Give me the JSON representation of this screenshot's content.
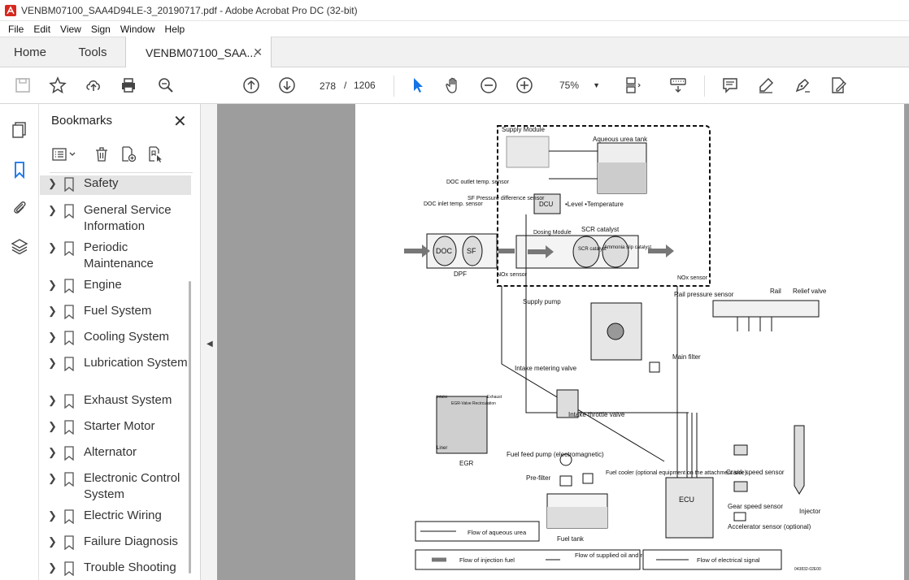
{
  "window": {
    "title": "VENBM07100_SAA4D94LE-3_20190717.pdf - Adobe Acrobat Pro DC (32-bit)"
  },
  "menu": [
    "File",
    "Edit",
    "View",
    "Sign",
    "Window",
    "Help"
  ],
  "tabs": {
    "home": "Home",
    "tools": "Tools",
    "document": "VENBM07100_SAA..."
  },
  "toolbar": {
    "page_current": "278",
    "page_sep": "/",
    "page_total": "1206",
    "zoom": "75%"
  },
  "bookmarks": {
    "title": "Bookmarks",
    "items": [
      {
        "label": "Safety"
      },
      {
        "label": "General Service Information"
      },
      {
        "label": "Periodic Maintenance"
      },
      {
        "label": "Engine"
      },
      {
        "label": "Fuel System"
      },
      {
        "label": "Cooling System"
      },
      {
        "label": "Lubrication System"
      },
      {
        "label": "Exhaust System"
      },
      {
        "label": "Starter Motor"
      },
      {
        "label": "Alternator"
      },
      {
        "label": "Electronic Control System"
      },
      {
        "label": "Electric Wiring"
      },
      {
        "label": "Failure Diagnosis"
      },
      {
        "label": "Trouble Shooting"
      }
    ]
  },
  "diagram": {
    "supply_module": "Supply Module",
    "urea_tank": "Aqueous urea tank",
    "doc_outlet": "DOC outlet temp. sensor",
    "doc_inlet": "DOC inlet temp. sensor",
    "sf_pressure": "SF Pressure difference sensor",
    "dcu": "DCU",
    "level_temp": "•Level •Temperature",
    "dosing_module": "Dosing Module",
    "scr_catalyst": "SCR catalyst",
    "scr": "SCR catalyst",
    "ammonia": "Ammonia slip catalyst",
    "doc": "DOC",
    "sf": "SF",
    "dpf": "DPF",
    "nox1": "NOx sensor",
    "nox2": "NOx sensor",
    "rail_pressure": "Rail pressure sensor",
    "rail": "Rail",
    "relief_valve": "Relief valve",
    "supply_pump": "Supply pump",
    "main_filter": "Main filter",
    "intake_metering": "Intake metering valve",
    "intake_throttle": "Intake throttle valve",
    "egr_intake": "Intake",
    "egr_exhaust": "Exhaust",
    "egr_valve": "EGR-Valve Recirculation",
    "liner": "Liner",
    "egr": "EGR",
    "fuel_feed_pump": "Fuel feed pump (electromagnetic)",
    "pre_filter": "Pre-filter",
    "fuel_cooler": "Fuel cooler (optional equipment on the attachment side)",
    "fuel_tank": "Fuel tank",
    "ecu": "ECU",
    "crank_speed": "Crank speed sensor",
    "gear_speed": "Gear speed sensor",
    "accel_sensor": "Accelerator sensor (optional)",
    "injector": "Injector",
    "legend_urea": "Flow of aqueous urea",
    "legend_injection": "Flow of injection fuel",
    "legend_supplied": "Flow of supplied oil and returned oil",
    "legend_electrical": "Flow of electrical signal",
    "fig_code": "043832-02E00"
  }
}
